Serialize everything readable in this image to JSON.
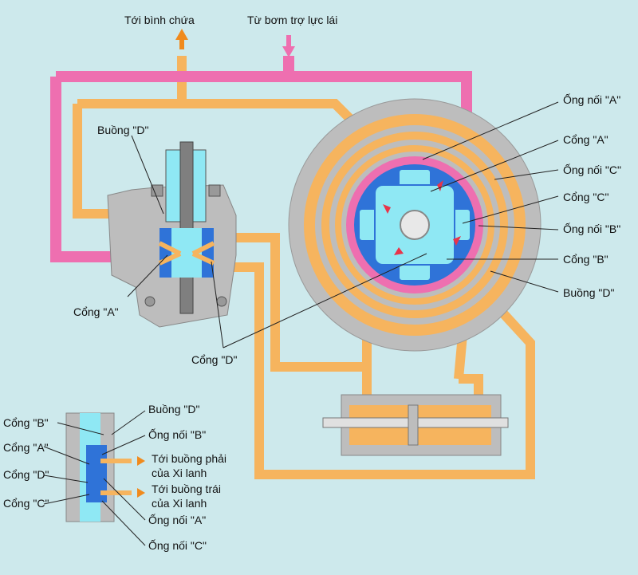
{
  "labels": {
    "to_reservoir": "Tới bình chứa",
    "from_pump": "Từ bơm trợ lực lái",
    "chamber_d_left": "Buồng \"D\"",
    "port_a_left": "Cổng \"A\"",
    "port_d_center": "Cổng \"D\"",
    "pipe_a_right": "Ống nối \"A\"",
    "port_a_right": "Cổng \"A\"",
    "pipe_c_right": "Ống nối \"C\"",
    "port_c_right": "Cổng \"C\"",
    "pipe_b_right": "Ống nối \"B\"",
    "port_b_right": "Cổng \"B\"",
    "chamber_d_right": "Buồng \"D\"",
    "inset_port_b": "Cổng \"B\"",
    "inset_port_a": "Cổng \"A\"",
    "inset_port_d": "Cổng \"D\"",
    "inset_port_c": "Cổng \"C\"",
    "inset_chamber_d": "Buồng \"D\"",
    "inset_pipe_b": "Ống nối \"B\"",
    "to_right_chamber_1": "Tới buồng phải",
    "to_right_chamber_2": "của Xi lanh",
    "to_left_chamber_1": "Tới buồng trái",
    "to_left_chamber_2": "của Xi lanh",
    "inset_pipe_a": "Ống nối \"A\"",
    "inset_pipe_c": "Ống nối \"C\""
  },
  "colors": {
    "background": "#cde9ec",
    "pressure_line": "#ee6fb0",
    "return_line": "#f6b45e",
    "housing": "#bdbdbd",
    "rotor_outer": "#2f73d8",
    "rotor_inner": "#8fe8f4",
    "arrow_pressure": "#e8344a",
    "arrow_flow": "#f08a1c"
  }
}
